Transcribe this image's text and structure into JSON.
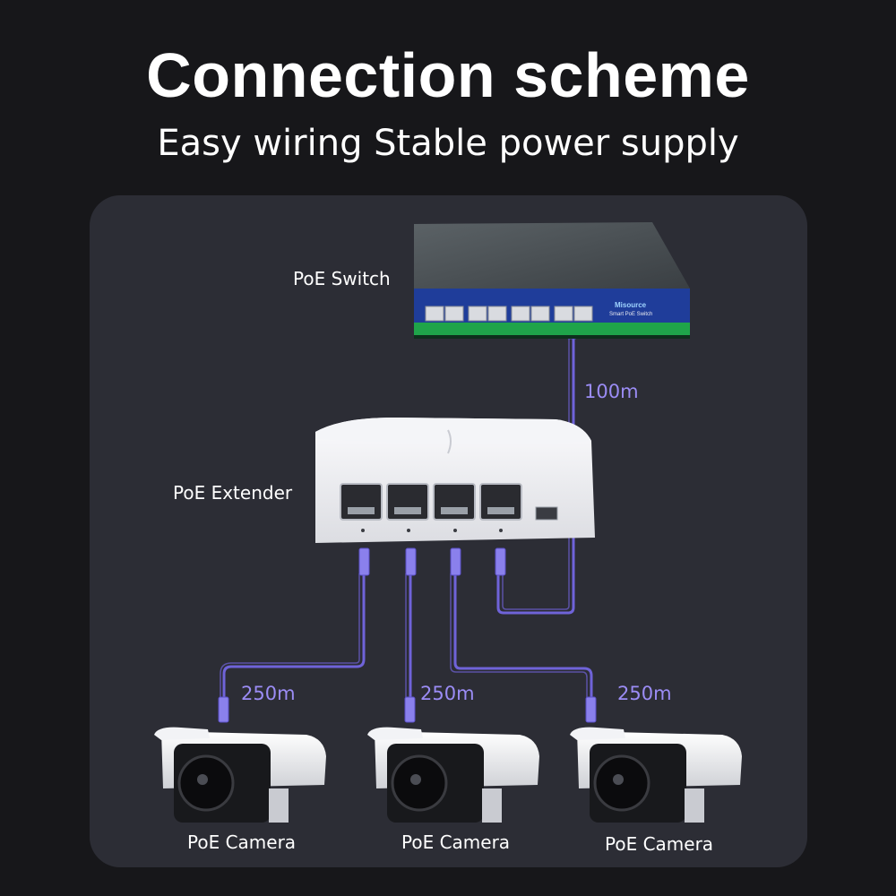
{
  "header": {
    "title": "Connection  scheme",
    "subtitle": "Easy wiring Stable power supply"
  },
  "devices": {
    "switch": {
      "label": "PoE Switch",
      "brand": "Misource",
      "model": "Smart PoE Switch"
    },
    "extender": {
      "label": "PoE Extender"
    },
    "cameras": [
      {
        "label": "PoE Camera"
      },
      {
        "label": "PoE Camera"
      },
      {
        "label": "PoE Camera"
      }
    ]
  },
  "distances": {
    "switch_to_extender": "100m",
    "extender_to_cameras": [
      "250m",
      "250m",
      "250m"
    ]
  },
  "colors": {
    "background": "#17171a",
    "panel": "#2c2d35",
    "cable": "#6f63d9",
    "distance_text": "#9b8cf5",
    "switch_front": "#1f3d9a",
    "switch_base": "#1fa44a"
  }
}
